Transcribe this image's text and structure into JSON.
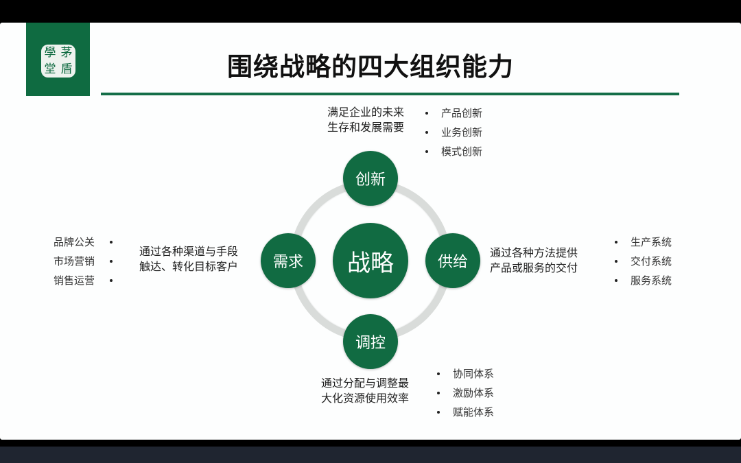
{
  "slide": {
    "title": "围绕战略的四大组织能力",
    "logo": {
      "chars": [
        "學",
        "茅",
        "堂",
        "盾"
      ]
    },
    "colors": {
      "brand_green": "#116b42",
      "ring_gray": "#d9dcda",
      "rule_green": "#146e48"
    },
    "center": {
      "label": "战略"
    },
    "nodes": {
      "top": {
        "label": "创新",
        "description": [
          "满足企业的未来",
          "生存和发展需要"
        ],
        "items": [
          "产品创新",
          "业务创新",
          "模式创新"
        ]
      },
      "left": {
        "label": "需求",
        "description": [
          "通过各种渠道与手段",
          "触达、转化目标客户"
        ],
        "items": [
          "品牌公关",
          "市场营销",
          "销售运营"
        ]
      },
      "right": {
        "label": "供给",
        "description": [
          "通过各种方法提供",
          "产品或服务的交付"
        ],
        "items": [
          "生产系统",
          "交付系统",
          "服务系统"
        ]
      },
      "bottom": {
        "label": "调控",
        "description": [
          "通过分配与调整最",
          "大化资源使用效率"
        ],
        "items": [
          "协同体系",
          "激励体系",
          "赋能体系"
        ]
      }
    }
  }
}
